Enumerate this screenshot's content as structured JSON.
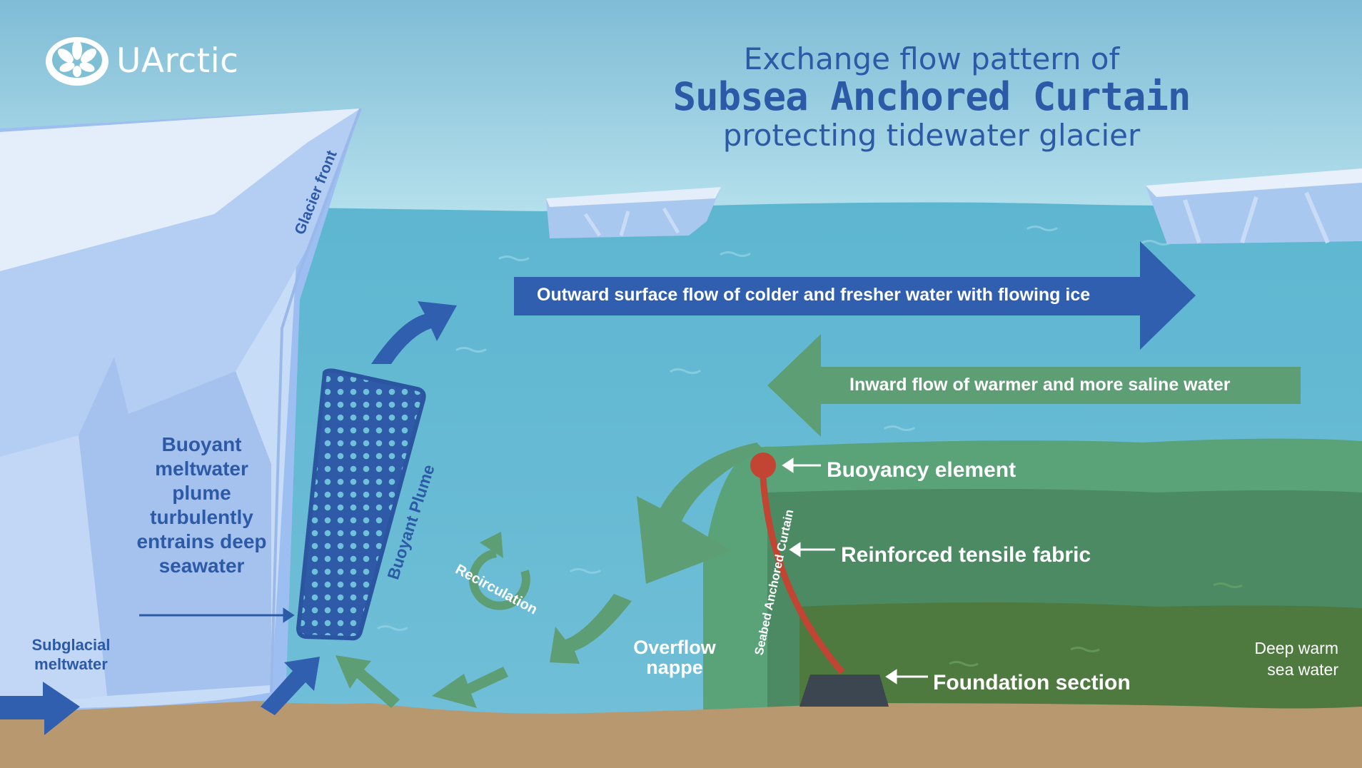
{
  "logo": {
    "name": "UArctic",
    "icon": "uarctic-flower-logo"
  },
  "title": {
    "line1": "Exchange flow pattern of",
    "line2": "Subsea Anchored Curtain",
    "line3": "protecting tidewater glacier"
  },
  "labels": {
    "glacier_front": "Glacier front",
    "outward_flow": "Outward surface flow of colder and fresher water with flowing ice",
    "inward_flow": "Inward flow of warmer and more saline water",
    "buoyancy_element": "Buoyancy element",
    "reinforced_fabric": "Reinforced tensile fabric",
    "foundation_section": "Foundation section",
    "buoyant_plume": "Buoyant Plume",
    "plume_description": "Buoyant meltwater plume turbulently entrains deep seawater",
    "subglacial_meltwater": "Subglacial meltwater",
    "recirculation": "Recirculation",
    "overflow_nappe": "Overflow nappe",
    "seabed_curtain": "Seabed Anchored Curtain",
    "deep_warm_water": "Deep warm sea water"
  },
  "colors": {
    "sky": "#8ccbe0",
    "sea": "#6cbdd6",
    "glacier": "#cfe2f7",
    "blue_arrow": "#2f5fae",
    "green_arrow": "#5e9e74",
    "warm_layer_light": "#5aa277",
    "warm_layer_mid": "#4b8a62",
    "warm_layer_dark": "#4f7a3f",
    "seabed": "#b8986e",
    "curtain": "#c24432",
    "foundation": "#3b4650"
  }
}
